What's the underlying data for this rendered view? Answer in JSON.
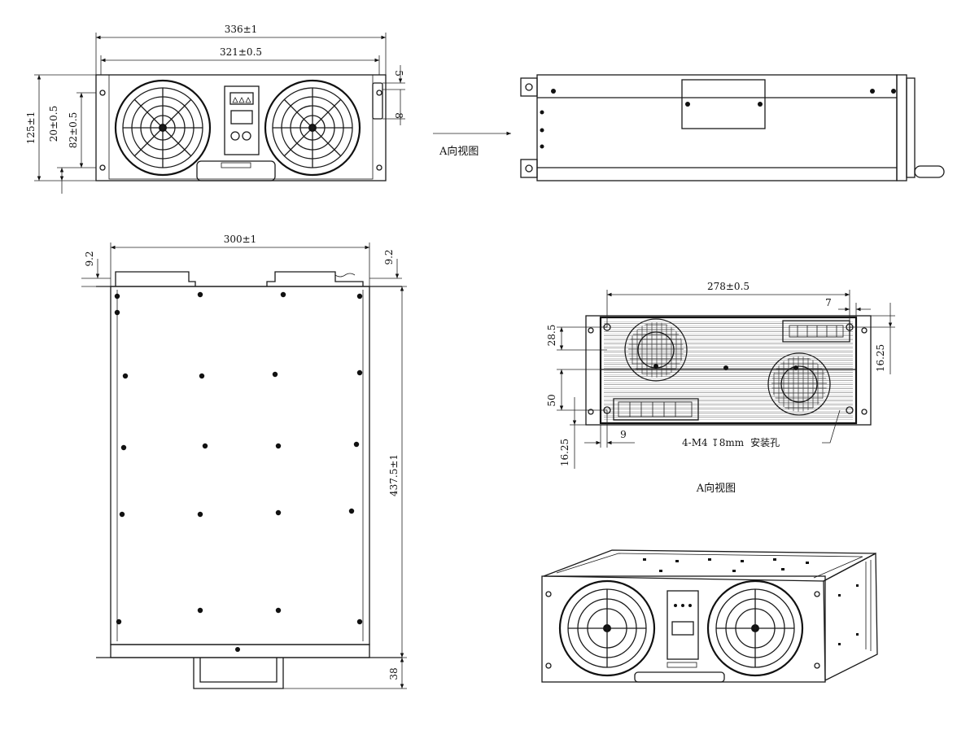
{
  "front_view": {
    "dim_overall_width": "336±1",
    "dim_mount_width": "321±0.5",
    "dim_height": "125±1",
    "dim_hole_offset": "20±0.5",
    "dim_hole_spacing": "82±0.5",
    "dim_handle_a": "5",
    "dim_handle_b": "8"
  },
  "side_view": {
    "arrow_label": "A向视图"
  },
  "top_view": {
    "dim_width": "300±1",
    "dim_left_flange": "9.2",
    "dim_right_flange": "9.2",
    "dim_depth": "437.5±1",
    "dim_handle": "38"
  },
  "rear_view": {
    "dim_width": "278±0.5",
    "dim_top_offset": "7",
    "dim_right_v": "16.25",
    "dim_upper_v": "28.5",
    "dim_mid_v": "50",
    "dim_lower_v": "16.25",
    "dim_left_h": "9",
    "note": "4-M4",
    "note_depth": "8mm",
    "note_tail": "安装孔",
    "caption": "A向视图"
  },
  "iso_view": {}
}
